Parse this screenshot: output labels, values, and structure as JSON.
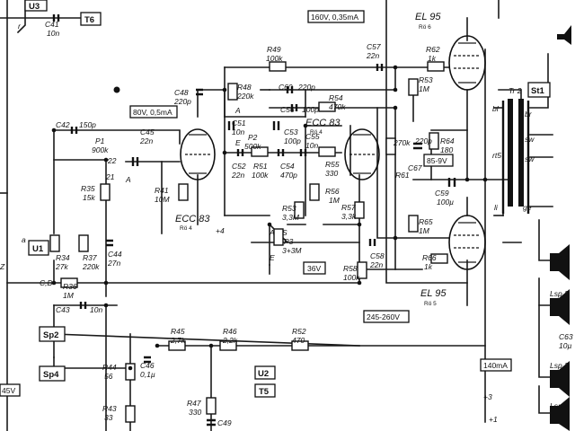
{
  "switch_labels": {
    "u3": "U3",
    "t6": "T6",
    "u1": "U1",
    "sp2": "Sp2",
    "sp4": "Sp4",
    "u2": "U2",
    "t5": "T5",
    "st1": "St1"
  },
  "voltage_labels": {
    "v160": "160V, 0,35mA",
    "v80": "80V, 0,5mA",
    "v85": "85-9V",
    "v36": "36V",
    "v245": "245-260V",
    "ma140": "140mA",
    "v45": "45V"
  },
  "tubes": {
    "ecc83_left": {
      "name": "ECC 83",
      "sub": "Rö 4"
    },
    "ecc83_mid": {
      "name": "ECC 83",
      "sub": "Rö 4"
    },
    "el95_top": {
      "name": "EL 95",
      "sub": "Rö 6"
    },
    "el95_bot": {
      "name": "EL 95",
      "sub": "Rö 5"
    }
  },
  "components": {
    "c41": [
      "C41",
      "10n"
    ],
    "c42": [
      "C42",
      "150p"
    ],
    "p1": [
      "P1",
      "900k"
    ],
    "c45": [
      "C45",
      "22n"
    ],
    "c48": [
      "C48",
      "220p"
    ],
    "r49": [
      "R49",
      "100k"
    ],
    "r48": [
      "R48",
      "220k"
    ],
    "c60": [
      "C60",
      "220p"
    ],
    "c57": [
      "C57",
      "22n"
    ],
    "r62": [
      "R62",
      "1k"
    ],
    "r53": [
      "R53",
      "1M"
    ],
    "r54": [
      "R54",
      "470k"
    ],
    "c56": [
      "C56",
      "100p"
    ],
    "c51": [
      "C51",
      "10n"
    ],
    "c53": [
      "C53",
      "100p"
    ],
    "c55": [
      "C55",
      "10n"
    ],
    "p2": [
      "P2",
      "500k"
    ],
    "c52": [
      "C52",
      "22n"
    ],
    "r51": [
      "R51",
      "100k"
    ],
    "c54": [
      "C54",
      "470p"
    ],
    "r55": [
      "R55",
      "330"
    ],
    "r61": [
      "R61",
      "270k"
    ],
    "c67": [
      "C67",
      "220p"
    ],
    "r64": [
      "R64",
      "180"
    ],
    "c59": [
      "C59",
      "100µ"
    ],
    "r41": [
      "R41",
      "10M"
    ],
    "r35": [
      "R35",
      "15k"
    ],
    "r56": [
      "R56",
      "1M"
    ],
    "r53b": [
      "R53",
      "3,3M"
    ],
    "r57": [
      "R57",
      "3,3k"
    ],
    "r65": [
      "R65",
      "1M"
    ],
    "p3": [
      "P3",
      "3+3M"
    ],
    "c58": [
      "C58",
      "22n"
    ],
    "r66": [
      "R66",
      "1k"
    ],
    "r34": [
      "R34",
      "27k"
    ],
    "r37": [
      "R37",
      "220k"
    ],
    "c44": [
      "C44",
      "27n"
    ],
    "r36": [
      "R36",
      "1M"
    ],
    "r58": [
      "R58",
      "100k"
    ],
    "c43": [
      "C43",
      "10n"
    ],
    "r45": [
      "R45",
      "2,7k"
    ],
    "r46": [
      "R46",
      "2,2k"
    ],
    "r52": [
      "R52",
      "470"
    ],
    "c46": [
      "C46",
      "0,1µ"
    ],
    "r44": [
      "R44",
      "56"
    ],
    "r43": [
      "R43",
      "33"
    ],
    "r47": [
      "R47",
      "330"
    ],
    "c49": [
      "C49",
      ""
    ]
  },
  "transformer": {
    "tr2": "Tr 2",
    "bl": "bl",
    "rt5": "rt5",
    "li": "li",
    "ge": "ge",
    "br": "br",
    "sw1": "sw",
    "sw2": "sw"
  },
  "speakers": {
    "lsp1": "Lsp.1",
    "lsp2": "Lsp.2",
    "lsp3": "Lsp.3",
    "lsp4": "Lsp.4",
    "c63": "C63",
    "c63v": "10µ"
  },
  "markers": {
    "plus4": "+4",
    "plus3": "+3",
    "plus1": "+1",
    "vA": "A",
    "vE": "E",
    "vS": "S",
    "vZ": "Z",
    "vCD": "C,D",
    "v21": "21",
    "v22": "22",
    "vr": "r",
    "va": "a",
    "vA2": "A",
    "vE2": "E"
  }
}
